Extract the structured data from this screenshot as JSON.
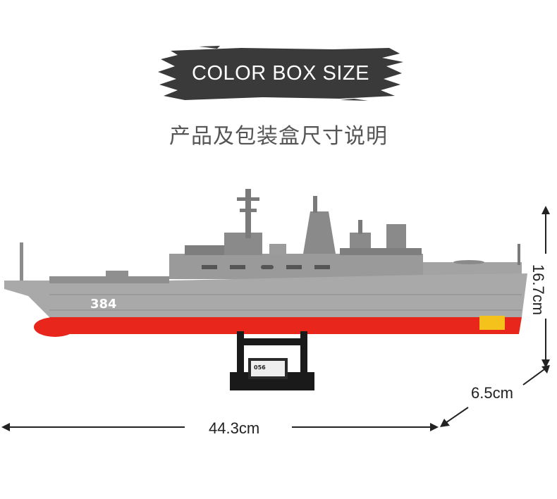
{
  "banner": {
    "title": "COLOR BOX SIZE",
    "color": "#3a3a3a"
  },
  "subtitle": "产品及包装盒尺寸说明",
  "ship": {
    "hull_number": "384",
    "stand_plate": "056",
    "hull_color": "#a9a9a9",
    "deck_color": "#8f8f8f",
    "waterline_color": "#e8261c",
    "stand_color": "#1a1a1a"
  },
  "dimensions": {
    "length": "44.3cm",
    "width": "6.5cm",
    "height": "16.7cm"
  }
}
